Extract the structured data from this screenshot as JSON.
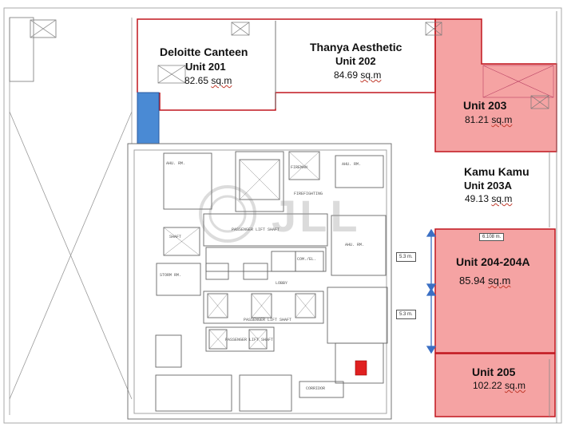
{
  "units": [
    {
      "key": "u201",
      "name": "Deloitte Canteen",
      "unit": "Unit 201",
      "area_num": "82.65",
      "area_unit": "sq.m",
      "fill": "#ffffff"
    },
    {
      "key": "u202",
      "name": "Thanya Aesthetic",
      "unit": "Unit 202",
      "area_num": "84.69",
      "area_unit": "sq.m",
      "fill": "#ffffff"
    },
    {
      "key": "u203",
      "name": "",
      "unit": "Unit 203",
      "area_num": "81.21",
      "area_unit": "sq.m",
      "fill": "#f5a3a3"
    },
    {
      "key": "u203a",
      "name": "Kamu Kamu",
      "unit": "Unit 203A",
      "area_num": "49.13",
      "area_unit": "sq.m",
      "fill": "#ffffff"
    },
    {
      "key": "u204",
      "name": "",
      "unit": "Unit 204-204A",
      "area_num": "85.94",
      "area_unit": "sq.m",
      "fill": "#f5a3a3"
    },
    {
      "key": "u205",
      "name": "",
      "unit": "Unit 205",
      "area_num": "102.22",
      "area_unit": "sq.m",
      "fill": "#f5a3a3"
    }
  ],
  "dimensions": [
    "5.3 m.",
    "5.3 m."
  ],
  "drawing_marks": {
    "u204_tag": "6.108 m.",
    "ahu_1": "AHU. RM.",
    "ahu_2": "AHU. RM.",
    "ahu_3": "AHU. RM.",
    "shaft": "SHAFT",
    "storm": "STORM RM.",
    "fireman": "FIREMAN",
    "firefighting": "FIREFIGHTING",
    "passenger_1": "PASSENGER LIFT SHAFT",
    "passenger_2": "PASSENGER LIFT SHAFT",
    "passenger_3": "PASSENGER LIFT SHAFT",
    "com": "COM./EL.",
    "corridor": "CORRIDOR",
    "lobby": "LOBBY"
  },
  "watermark": "JLL",
  "colors": {
    "highlight": "#f5a3a3",
    "highlight_border": "#c0161e",
    "blue_block": "#4a8ad4",
    "dim_arrow": "#3a6fc4"
  }
}
